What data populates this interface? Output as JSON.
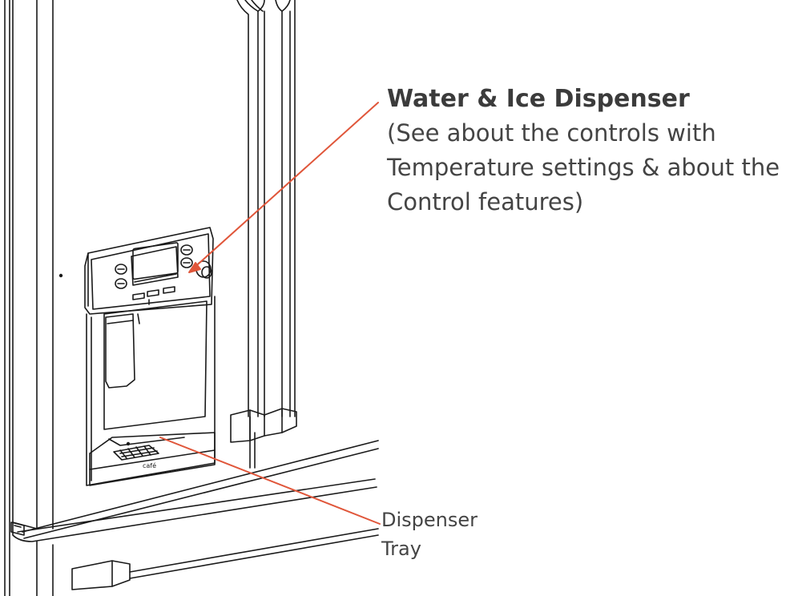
{
  "callouts": {
    "dispenser": {
      "title": "Water & Ice Dispenser",
      "desc_lines": [
        "(See about the controls with",
        "Temperature settings & about the",
        "Control features)"
      ]
    },
    "tray": {
      "lines": [
        "Dispenser",
        "Tray"
      ]
    }
  },
  "tray_logo": "café",
  "colors": {
    "line_art": "#1a1a1a",
    "callout_line": "#e0563a",
    "text": "#3a3a3a",
    "background": "#ffffff"
  }
}
